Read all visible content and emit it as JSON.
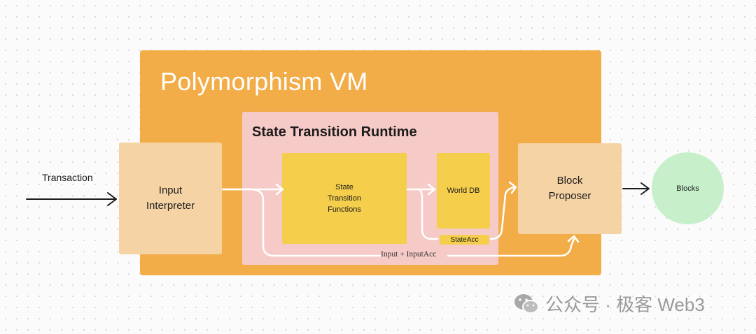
{
  "vm": {
    "title": "Polymorphism VM"
  },
  "runtime": {
    "title": "State Transition Runtime"
  },
  "input_interpreter": {
    "label": "Input\nInterpreter"
  },
  "stf": {
    "label": "State\nTransition\nFunctions"
  },
  "world_db": {
    "label": "World DB"
  },
  "state_acc": {
    "label": "StateAcc"
  },
  "block_proposer": {
    "label": "Block\nProposer"
  },
  "blocks": {
    "label": "Blocks"
  },
  "transaction": {
    "label": "Transaction"
  },
  "input_acc_path": {
    "label": "Input + InputAcc"
  },
  "watermark": {
    "text": "公众号 · 极客 Web3"
  },
  "colors": {
    "vm": "#f2ad48",
    "runtime": "#f6cbc7",
    "node_light": "#f6d3a5",
    "node_yellow": "#f5ce4c",
    "blocks": "#c6efca"
  }
}
